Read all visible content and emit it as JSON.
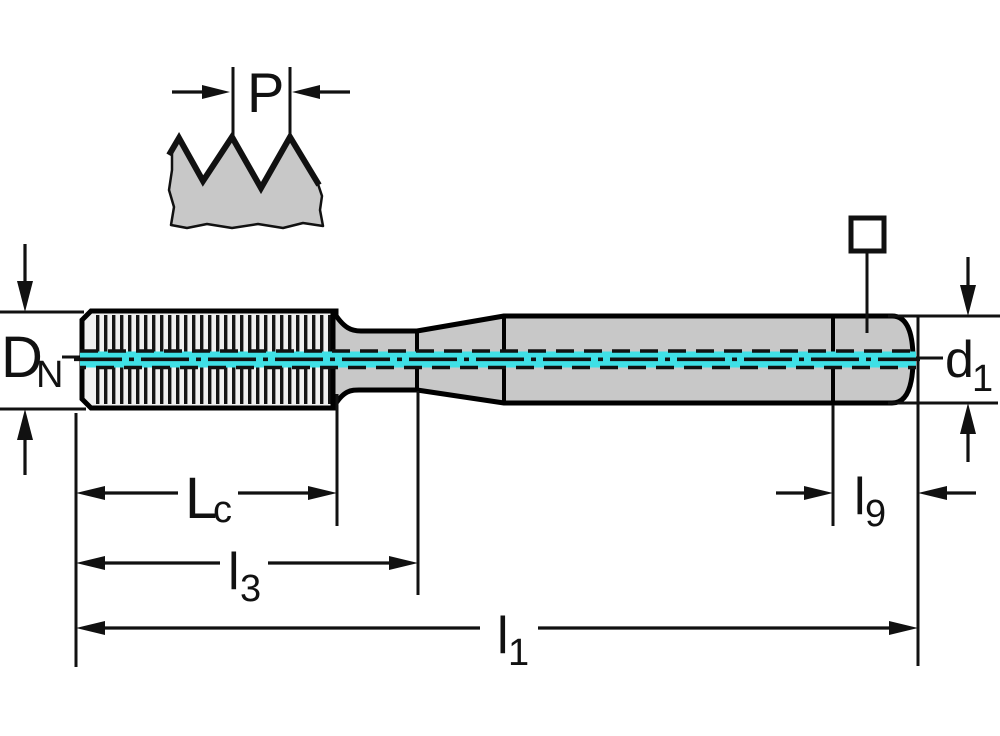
{
  "diagram": {
    "type": "technical-drawing",
    "subject": "Machine tap (threading tool) dimension drawing",
    "colors": {
      "background": "#ffffff",
      "line": "#111111",
      "body_fill": "#c8c8c8",
      "thread_fill": "#f0f0f0",
      "centerline_cyan": "#3fe0e6"
    },
    "dimensions": {
      "pitch": {
        "main": "P",
        "sub": ""
      },
      "nominal_diameter": {
        "main": "D",
        "sub": "N"
      },
      "shank_diameter": {
        "main": "d",
        "sub": "1"
      },
      "thread_length": {
        "main": "L",
        "sub": "c"
      },
      "length_l3": {
        "main": "l",
        "sub": "3"
      },
      "overall_length": {
        "main": "l",
        "sub": "1"
      },
      "square_length": {
        "main": "l",
        "sub": "9"
      }
    },
    "symbols": {
      "square_drive": "square-drive-symbol"
    }
  }
}
